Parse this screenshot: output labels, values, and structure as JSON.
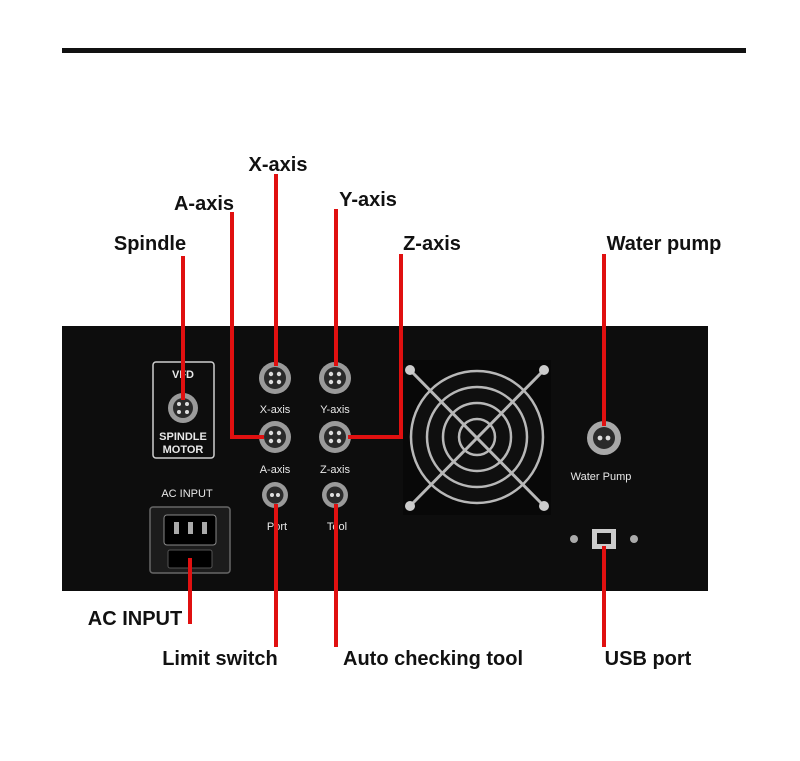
{
  "callouts": {
    "x_axis": "X-axis",
    "a_axis": "A-axis",
    "y_axis": "Y-axis",
    "spindle": "Spindle",
    "z_axis": "Z-axis",
    "water_pump": "Water pump",
    "ac_input": "AC INPUT",
    "limit_switch": "Limit switch",
    "auto_checking_tool": "Auto checking tool",
    "usb_port": "USB port"
  },
  "panel_labels": {
    "vfd": "VFD",
    "spindle": "SPINDLE",
    "motor": "MOTOR",
    "ac_input": "AC INPUT",
    "x_axis": "X-axis",
    "y_axis": "Y-axis",
    "a_axis": "A-axis",
    "z_axis": "Z-axis",
    "port": "Port",
    "tool": "Tool",
    "water_pump": "Water Pump"
  },
  "colors": {
    "leader_line": "#e01010",
    "panel": "#0d0d0d",
    "callout_text": "#111111"
  },
  "icons": [
    "aviation-connector-icon",
    "ac-socket-icon",
    "fan-grille-icon",
    "usb-b-port-icon",
    "screw-icon"
  ]
}
